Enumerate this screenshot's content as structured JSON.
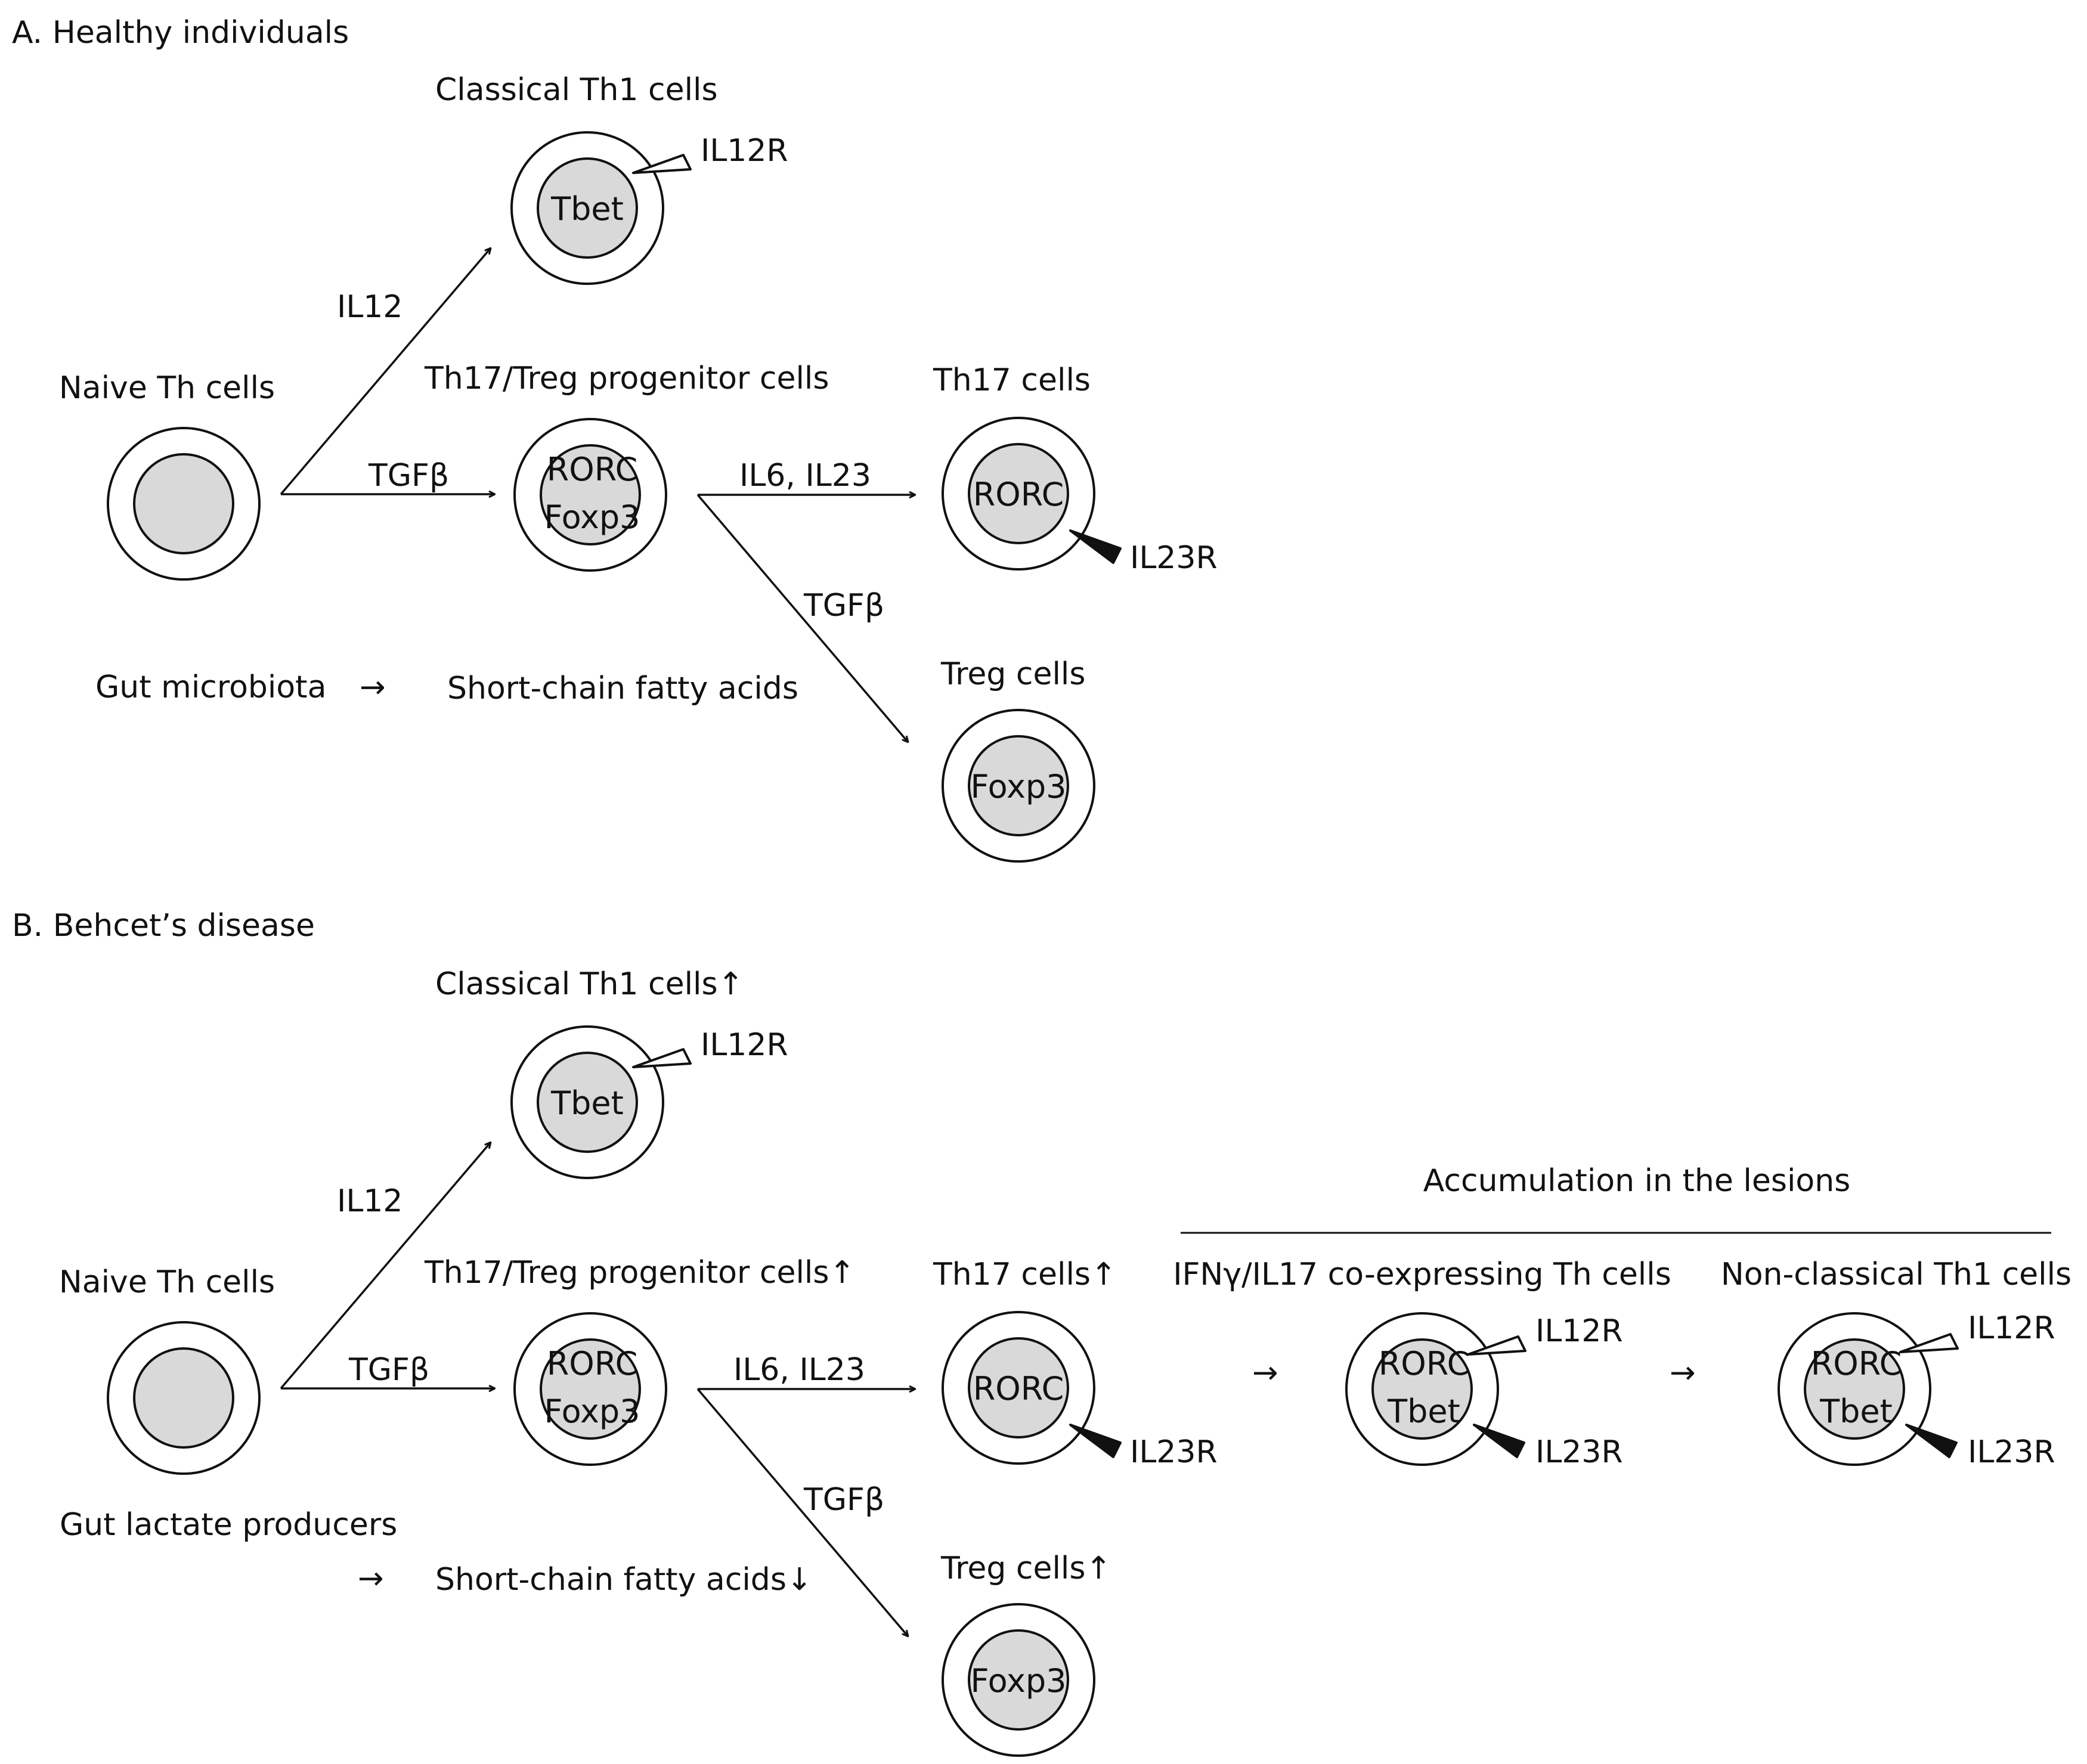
{
  "colors": {
    "nucleus_fill": "#d9d9d9",
    "line": "#111111",
    "background": "#ffffff"
  },
  "arrow_glyph": "→",
  "panel_a": {
    "title": "A. Healthy individuals",
    "naive_label": "Naive Th cells",
    "il12": "IL12",
    "tgfb_naive": "TGFβ",
    "th1_label": "Classical Th1 cells",
    "th1_nucleus": "Tbet",
    "il12r": "IL12R",
    "progenitor_label": "Th17/Treg progenitor cells",
    "progenitor_nucleus": [
      "RORC",
      "Foxp3"
    ],
    "il6_il23": "IL6, IL23",
    "tgfb_treg": "TGFβ",
    "th17_label": "Th17 cells",
    "th17_nucleus": "RORC",
    "il23r": "IL23R",
    "treg_label": "Treg cells",
    "treg_nucleus": "Foxp3",
    "microbiota": "Gut microbiota",
    "scfa": "Short-chain fatty acids"
  },
  "panel_b": {
    "title": "B. Behcet’s disease",
    "naive_label": "Naive Th cells",
    "il12": "IL12",
    "tgfb_naive": "TGFβ",
    "th1_label": "Classical Th1 cells↑",
    "th1_nucleus": "Tbet",
    "il12r": "IL12R",
    "progenitor_label": "Th17/Treg progenitor cells↑",
    "progenitor_nucleus": [
      "RORC",
      "Foxp3"
    ],
    "il6_il23": "IL6, IL23",
    "tgfb_treg": "TGFβ",
    "th17_label": "Th17 cells↑",
    "th17_nucleus": "RORC",
    "il23r": "IL23R",
    "treg_label": "Treg cells↑",
    "treg_nucleus": "Foxp3",
    "microbiota": "Gut lactate producers",
    "scfa": "Short-chain fatty acids↓",
    "accumulation": "Accumulation in the lesions",
    "coexpressing_label": "IFNγ/IL17 co-expressing Th cells",
    "coexpressing_nucleus": [
      "RORC",
      "Tbet"
    ],
    "coexpressing_il12r": "IL12R",
    "coexpressing_il23r": "IL23R",
    "nonclassical_label": "Non-classical Th1 cells",
    "nonclassical_nucleus": [
      "RORC",
      "Tbet"
    ],
    "nonclassical_il12r": "IL12R",
    "nonclassical_il23r": "IL23R"
  }
}
